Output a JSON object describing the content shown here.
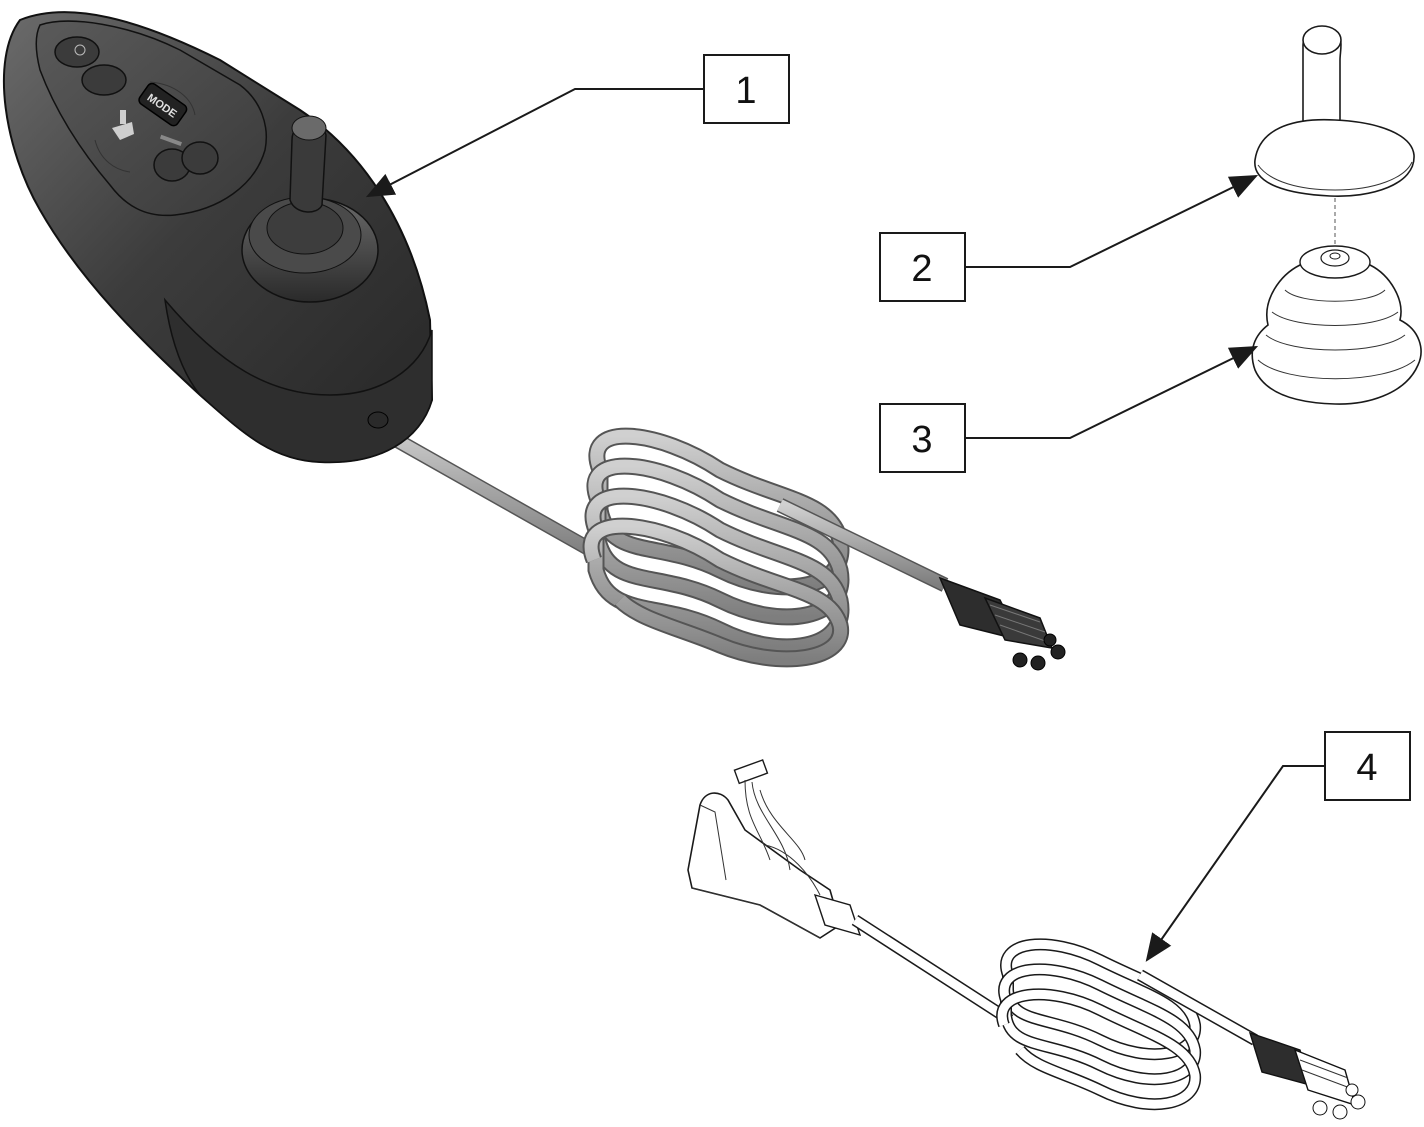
{
  "callouts": [
    {
      "id": "1",
      "label": "1"
    },
    {
      "id": "2",
      "label": "2"
    },
    {
      "id": "3",
      "label": "3"
    },
    {
      "id": "4",
      "label": "4"
    }
  ],
  "joystick": {
    "mode_button_label": "MODE"
  },
  "colors": {
    "housing_dark": "#3a3a3a",
    "housing_mid": "#555555",
    "housing_light": "#8a8a8a",
    "cable": "#a9a9a9",
    "line": "#1a1a1a"
  }
}
